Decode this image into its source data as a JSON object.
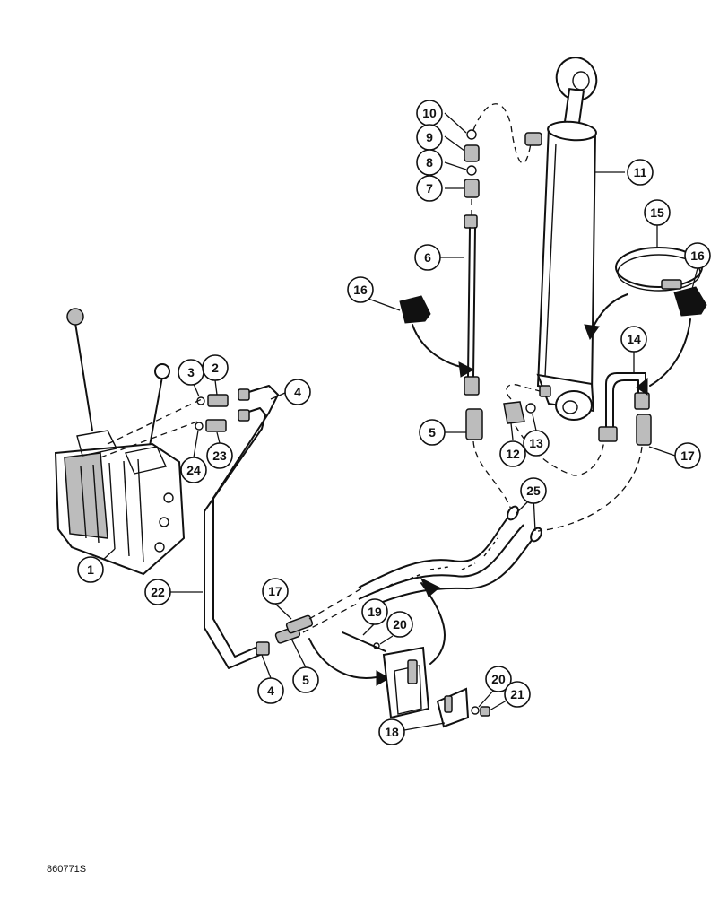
{
  "figure_number": "860771S",
  "callouts": {
    "c1": "1",
    "c2": "2",
    "c3": "3",
    "c4a": "4",
    "c4b": "4",
    "c5a": "5",
    "c5b": "5",
    "c6": "6",
    "c7": "7",
    "c8": "8",
    "c9": "9",
    "c10": "10",
    "c11": "11",
    "c12": "12",
    "c13": "13",
    "c14": "14",
    "c15": "15",
    "c16a": "16",
    "c16b": "16",
    "c17a": "17",
    "c17b": "17",
    "c18": "18",
    "c19": "19",
    "c20a": "20",
    "c20b": "20",
    "c21": "21",
    "c22": "22",
    "c23": "23",
    "c24": "24",
    "c25": "25"
  }
}
